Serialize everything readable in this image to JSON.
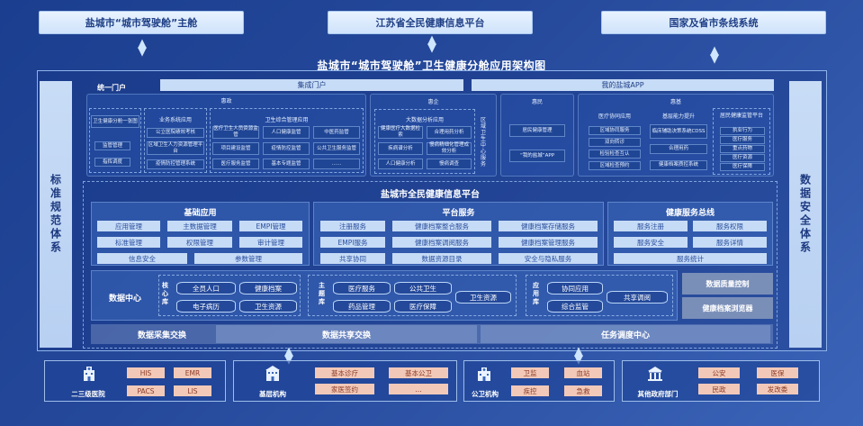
{
  "top": {
    "left": "盐城市“城市驾驶舱”主舱",
    "center": "江苏省全民健康信息平台",
    "right": "国家及省市条线系统"
  },
  "title": "盐城市“城市驾驶舱”卫生健康分舱应用架构图",
  "side": {
    "left": "标准规范体系",
    "right": "数据安全体系"
  },
  "portal": {
    "label": "统一门户",
    "integrated": "集成门户",
    "app": "我的盐城APP"
  },
  "upper": {
    "gov": {
      "title": "惠政",
      "col1": [
        "卫生健康分舱一张图",
        "监管管理",
        "指挥调度"
      ],
      "col2_title": "业务系统应用",
      "col2": [
        "公立医院绩效考核",
        "区域卫生人力资源管理平台",
        "疫情防控管理系统"
      ],
      "col3_title": "卫生综合管理应用",
      "col3": [
        "医疗卫生人员资源监管",
        "人口健康监管",
        "中医药监管",
        "项目建设监管",
        "疫情防控监管",
        "公共卫生服务监管",
        "医疗服务监管",
        "基本专题监管",
        "……"
      ]
    },
    "biz": {
      "title": "惠企",
      "sub": "大数据分析应用",
      "items": [
        "健康医疗大数据检索",
        "合理用药分析",
        "疾病谱分析",
        "慢病精细化管理成效分析",
        "人口健康分析",
        "慢病调查"
      ],
      "vert": "区域卫生中心服务"
    },
    "people": {
      "title": "惠民",
      "items": [
        "居民健康管理",
        "“我的盐城”APP"
      ]
    },
    "grass": {
      "title": "惠基",
      "sub1": "医疗协同应用",
      "sub2": "基层能力提升",
      "sub3": "居民健康监管平台",
      "col1": [
        "区域协同服务",
        "双向转诊",
        "检验检查互认",
        "区域检查预约"
      ],
      "col2": [
        "临床辅助决策系统CDSS",
        "合理用药",
        "健康档案质控系统"
      ],
      "col3": [
        "执业行为",
        "医疗服务",
        "重点药物",
        "医疗资源",
        "医疗保障"
      ]
    }
  },
  "platform": {
    "title": "盐城市全民健康信息平台",
    "basic": {
      "title": "基础应用",
      "items": [
        "应用管理",
        "主数据管理",
        "EMPI管理",
        "标准管理",
        "权限管理",
        "审计管理",
        "信息安全",
        "参数管理"
      ]
    },
    "service": {
      "title": "平台服务",
      "items": [
        "注册服务",
        "健康档案整合服务",
        "健康档案存储服务",
        "EMPI服务",
        "健康档案调阅服务",
        "健康档案管理服务",
        "共享协同",
        "数据资源目录",
        "安全与隐私服务"
      ]
    },
    "bus": {
      "title": "健康服务总线",
      "items": [
        "服务注册",
        "服务权限",
        "服务安全",
        "服务详情",
        "服务统计"
      ]
    },
    "data_center": {
      "label": "数据中心",
      "core_label": "核心库",
      "core": [
        "全员人口",
        "健康档案",
        "电子病历",
        "卫生资源"
      ],
      "theme_label": "主题库",
      "theme": [
        "医疗服务",
        "公共卫生",
        "药品管理",
        "医疗保障",
        "卫生资源"
      ],
      "app_label": "应用库",
      "app": [
        "协同应用",
        "综合监管",
        "共享调阅"
      ]
    },
    "quality": "数据质量控制",
    "browser": "健康档案浏览器",
    "exchange": {
      "collect": "数据采集交换",
      "share": "数据共享交换",
      "task": "任务调度中心"
    }
  },
  "sources": [
    {
      "label": "二三级医院",
      "tags": [
        "HIS",
        "EMR",
        "PACS",
        "LIS"
      ]
    },
    {
      "label": "基层机构",
      "tags": [
        "基本诊疗",
        "基本公卫",
        "家医签约",
        "…"
      ]
    },
    {
      "label": "公卫机构",
      "tags": [
        "卫监",
        "血站",
        "疾控",
        "急救"
      ]
    },
    {
      "label": "其他政府部门",
      "tags": [
        "公安",
        "医保",
        "民政",
        "发改委"
      ]
    }
  ]
}
